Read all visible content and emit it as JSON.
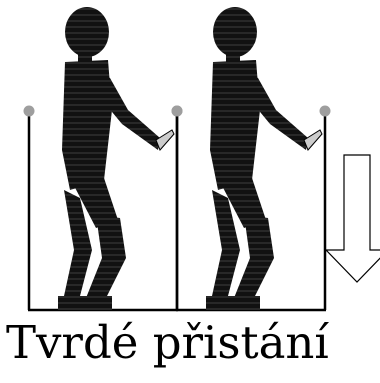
{
  "caption": "Tvrdé přistání",
  "figures": [
    {
      "id": "left",
      "offset_label": "person-1"
    },
    {
      "id": "right",
      "offset_label": "person-2"
    }
  ],
  "colors": {
    "body": "#111111",
    "body_stripe": "#4a4a4a",
    "post": "#000000",
    "post_knob": "#9e9e9e",
    "arrow_stroke": "#000000",
    "background": "#ffffff"
  },
  "icons": {
    "figure_1": "crouching-person-icon",
    "figure_2": "crouching-person-icon",
    "arrow": "arrow-down-icon"
  }
}
